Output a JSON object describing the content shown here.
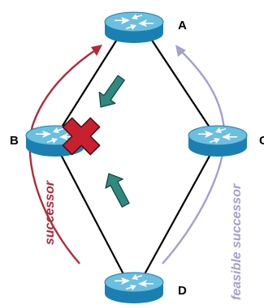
{
  "nodes": {
    "a": {
      "label": "A"
    },
    "b": {
      "label": "B"
    },
    "c": {
      "label": "C"
    },
    "d": {
      "label": "D"
    }
  },
  "paths": {
    "successor": {
      "label": "successor",
      "color": "#b12a3a"
    },
    "feasible_successor": {
      "label": "feasible successor",
      "color": "#a3a0cf"
    }
  },
  "colors": {
    "router_top": "#6bbfdf",
    "router_side": "#1c7fb1",
    "link": "#000000",
    "flow_arrow": "#2e8a80",
    "failure_mark": "#c8202e"
  },
  "icons": {
    "router": "router-icon",
    "failure": "x-mark-icon",
    "flow": "flow-arrow-icon"
  }
}
